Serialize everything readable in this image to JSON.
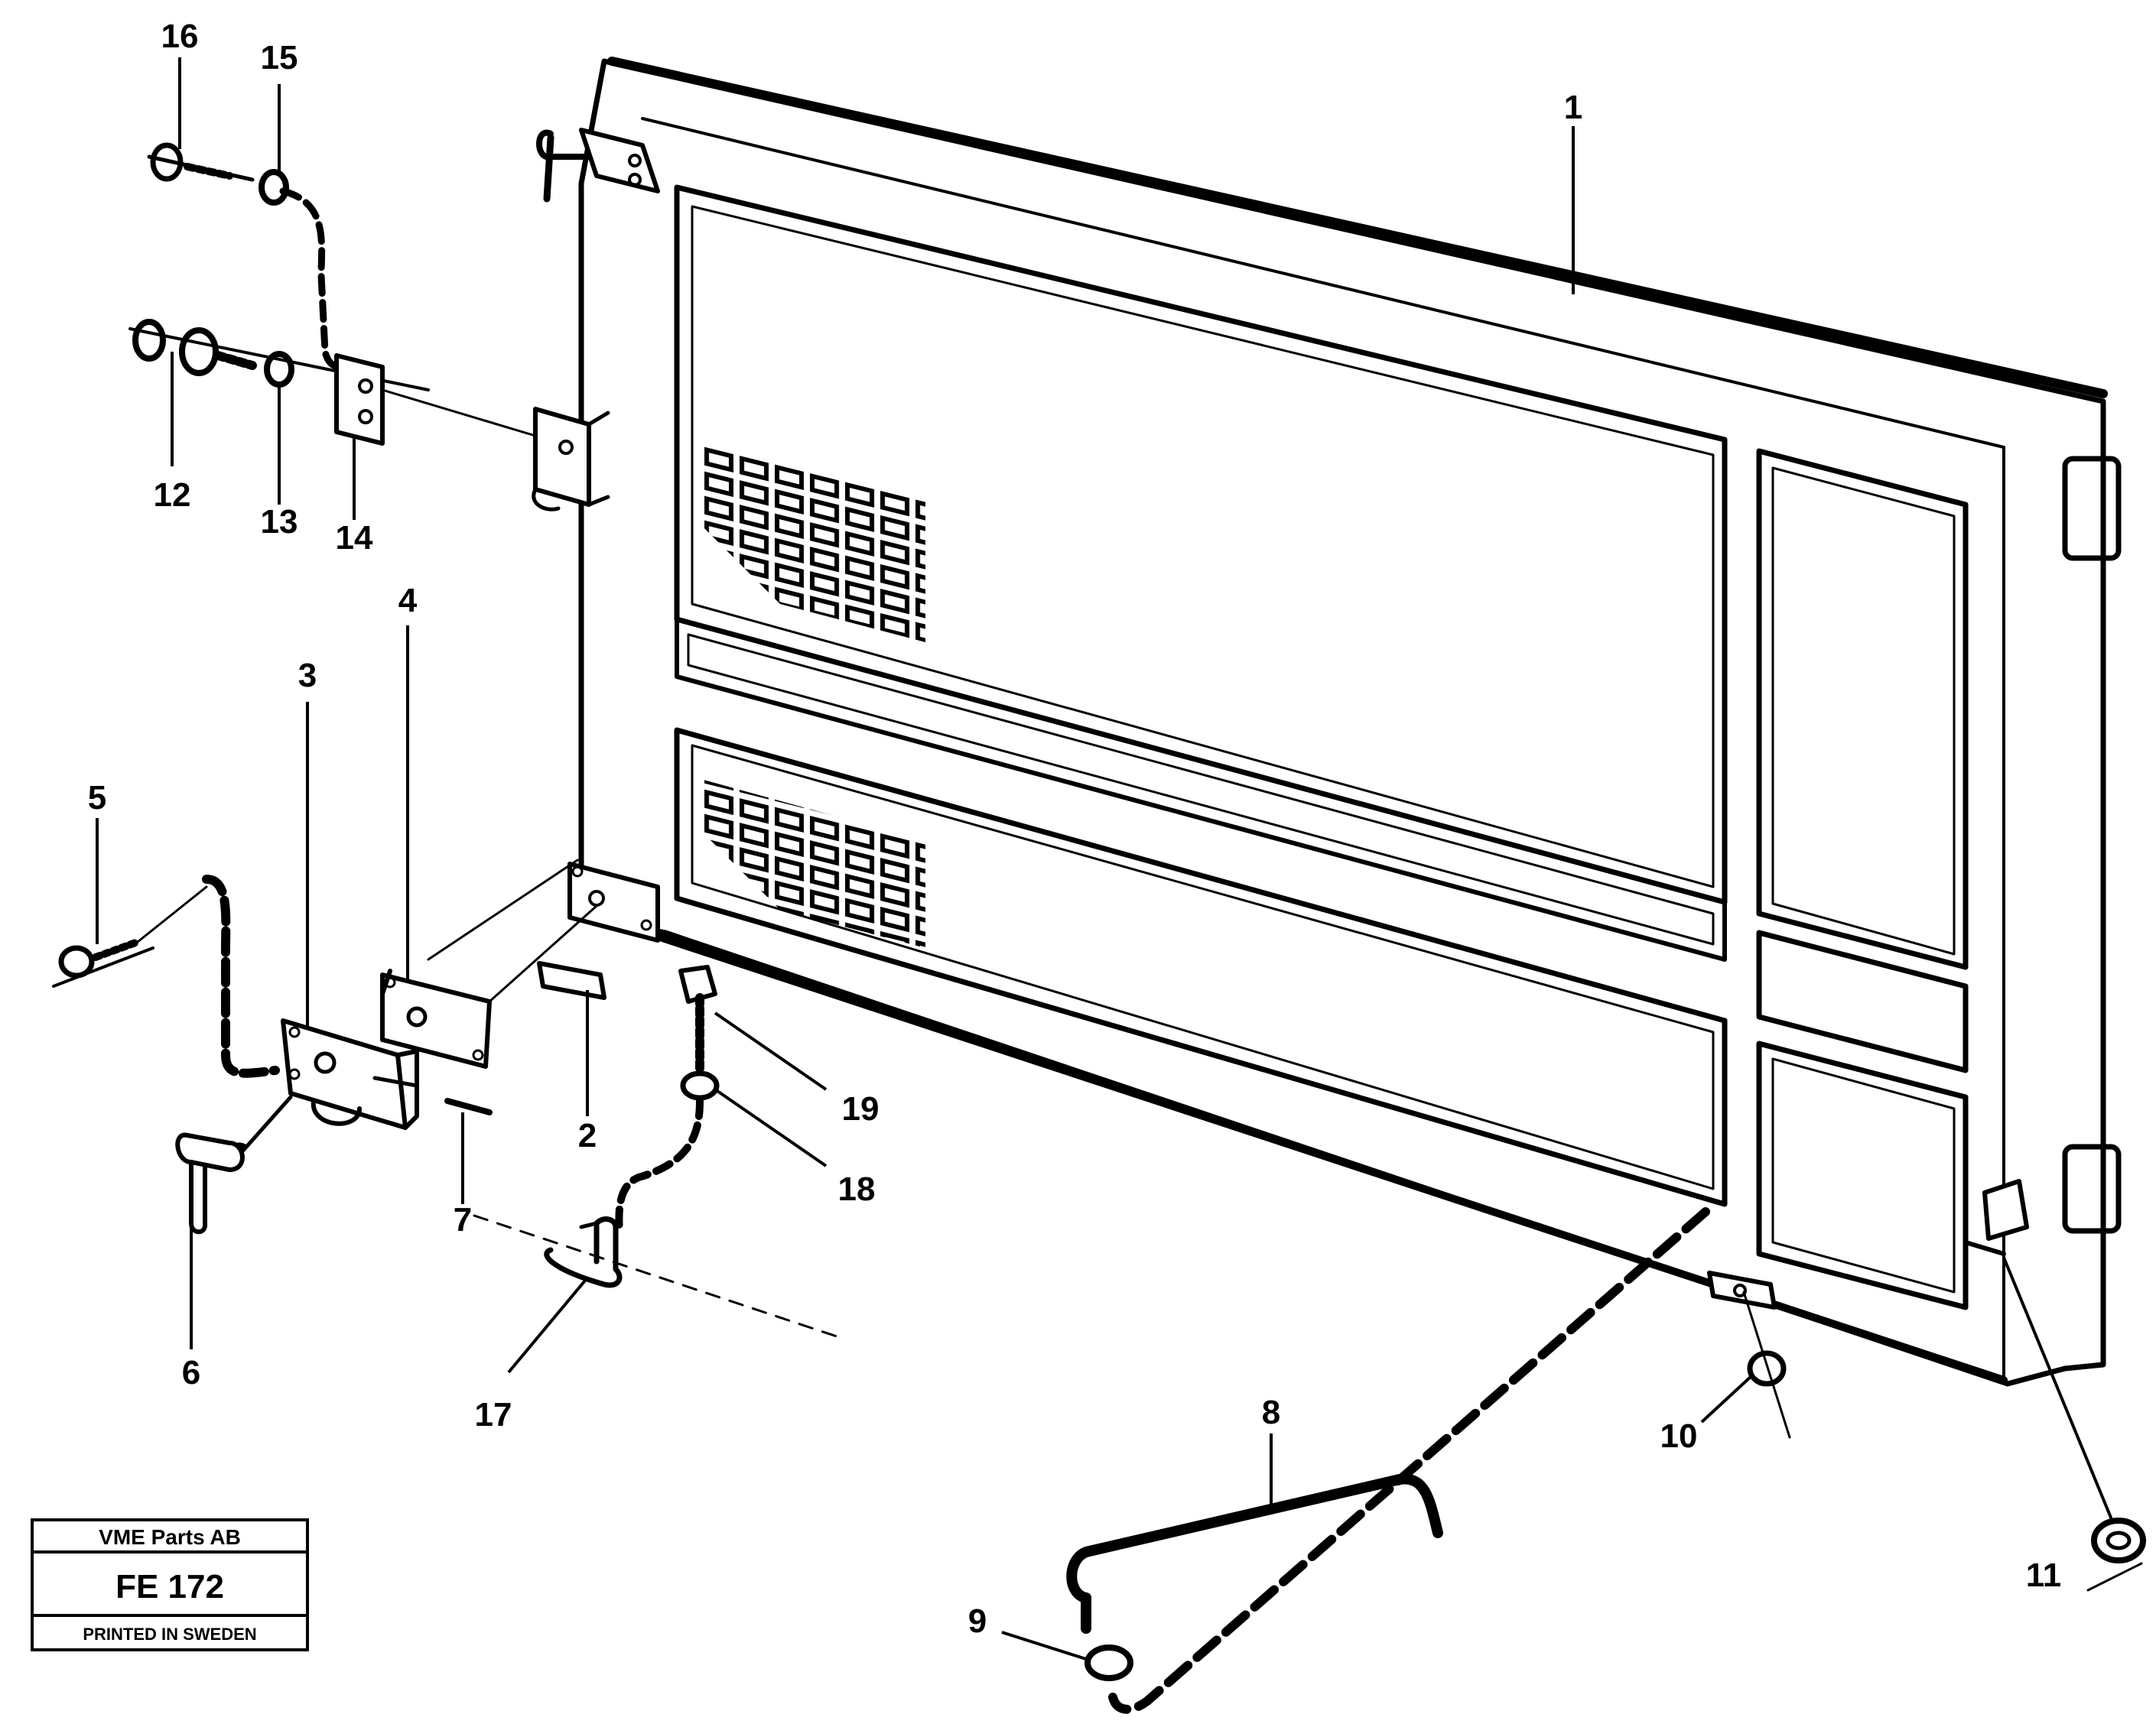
{
  "title_block": {
    "company": "VME Parts AB",
    "code": "FE 172",
    "printed": "PRINTED IN SWEDEN"
  },
  "callouts": [
    {
      "id": "c1",
      "label": "1"
    },
    {
      "id": "c2",
      "label": "2"
    },
    {
      "id": "c3",
      "label": "3"
    },
    {
      "id": "c4",
      "label": "4"
    },
    {
      "id": "c5",
      "label": "5"
    },
    {
      "id": "c6",
      "label": "6"
    },
    {
      "id": "c7",
      "label": "7"
    },
    {
      "id": "c8",
      "label": "8"
    },
    {
      "id": "c9",
      "label": "9"
    },
    {
      "id": "c10",
      "label": "10"
    },
    {
      "id": "c11",
      "label": "11"
    },
    {
      "id": "c12",
      "label": "12"
    },
    {
      "id": "c13",
      "label": "13"
    },
    {
      "id": "c14",
      "label": "14"
    },
    {
      "id": "c15",
      "label": "15"
    },
    {
      "id": "c16",
      "label": "16"
    },
    {
      "id": "c17",
      "label": "17"
    },
    {
      "id": "c18",
      "label": "18"
    },
    {
      "id": "c19",
      "label": "19"
    }
  ]
}
